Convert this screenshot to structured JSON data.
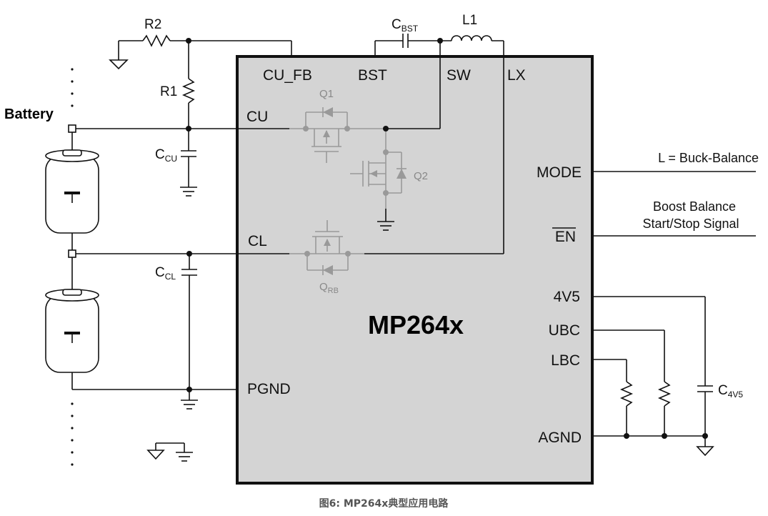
{
  "chip": {
    "name": "MP264x"
  },
  "pins": {
    "cu_fb": "CU_FB",
    "bst": "BST",
    "sw": "SW",
    "lx": "LX",
    "cu": "CU",
    "cl": "CL",
    "pgnd": "PGND",
    "mode": "MODE",
    "en": "EN",
    "v4v5": "4V5",
    "ubc": "UBC",
    "lbc": "LBC",
    "agnd": "AGND"
  },
  "components": {
    "r2": "R2",
    "r1": "R1",
    "l1": "L1",
    "cbst": {
      "main": "C",
      "sub": "BST"
    },
    "ccu": {
      "main": "C",
      "sub": "CU"
    },
    "ccl": {
      "main": "C",
      "sub": "CL"
    },
    "c4v5": {
      "main": "C",
      "sub": "4V5"
    },
    "q1": "Q1",
    "q2": "Q2",
    "qrb": {
      "main": "Q",
      "sub": "RB"
    }
  },
  "battery_label": "Battery",
  "signals": {
    "mode_note": "L = Buck-Balance",
    "en_note_line1": "Boost Balance",
    "en_note_line2": "Start/Stop Signal"
  },
  "caption": "图6: MP264x典型应用电路"
}
